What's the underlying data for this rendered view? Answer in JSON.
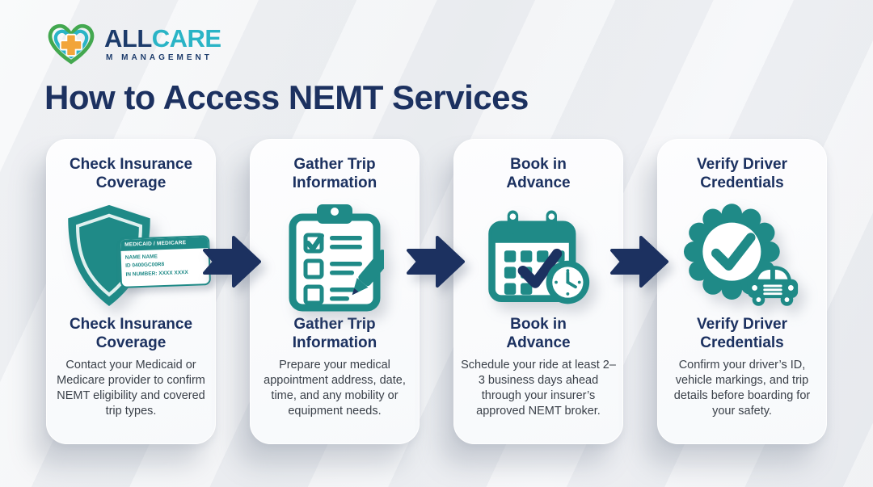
{
  "logo": {
    "brand_all": "ALL",
    "brand_care": "CARE",
    "tagline": "M MANAGEMENT",
    "icon": "heart-medical-cross-icon"
  },
  "header": {
    "title": "How to Access NEMT Services"
  },
  "steps": [
    {
      "title_line1": "Check Insurance",
      "title_line2": "Coverage",
      "icon": "shield-insurance-card-icon",
      "insurance_card": {
        "header": "MEDICAID / MEDICARE",
        "name": "NAME NAME",
        "id": "ID 0400GC00R8",
        "number": "IN NUMBER: XXXX XXXX"
      },
      "body": "Contact your Medicaid or Medicare provider to confirm NEMT eligibility and covered trip types."
    },
    {
      "title_line1": "Gather Trip",
      "title_line2": "Information",
      "icon": "clipboard-checklist-pencil-icon",
      "body": "Prepare your medical appointment address, date, time, and any mobility or equipment needs."
    },
    {
      "title_line1": "Book in",
      "title_line2": "Advance",
      "icon": "calendar-check-clock-icon",
      "body": "Schedule your ride at least 2–3 business days ahead through your insurer’s approved NEMT broker."
    },
    {
      "title_line1": "Verify Driver",
      "title_line2": "Credentials",
      "icon": "badge-check-car-icon",
      "body": "Confirm your driver’s ID, vehicle markings, and trip details before boarding for your safety."
    }
  ],
  "colors": {
    "navy": "#1c3160",
    "teal": "#1f8a87",
    "teal_bright": "#2ab4c6",
    "green": "#43a84f",
    "orange": "#f2a53a",
    "background": "#eef0f3",
    "card": "#fbfcfd",
    "body_text": "#3a4049"
  }
}
